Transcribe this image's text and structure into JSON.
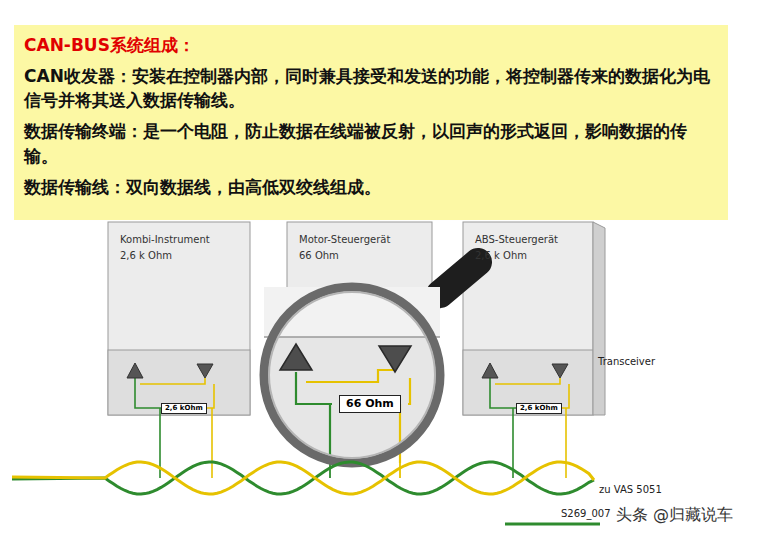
{
  "diagram": {
    "nodes": [
      {
        "text": [
          "CAN-BUS系统组成：",
          "CAN收发器：安装在控制器内部，同时兼具接受和发送的功能，将控制器传来的数据化为电信号并将其送入数据传输线。",
          "数据传输终端：是一个电阻，防止数据在线端被反射，以回声的形式返回，影响数据的传输。",
          "数据传输线：双向数据线，由高低双绞线组成。"
        ]
      },
      {
        "text": [
          "Kombi-Instrument",
          "2,6 k Ohm"
        ]
      },
      {
        "text": [
          "Motor-Steuergerät",
          "66 Ohm"
        ]
      },
      {
        "text": [
          "ABS-Steuergerät",
          "2,6 k Ohm"
        ]
      },
      {
        "text": [
          "2,6 kOhm"
        ],
        "in": 1
      },
      {
        "text": [
          "66 Ohm"
        ],
        "in": 2
      },
      {
        "text": [
          "2,6 kOhm"
        ],
        "in": 3
      }
    ],
    "labels": [
      "Transceiver",
      "zu VAS 5051",
      "S269_007",
      "头条 @归藏说车"
    ]
  }
}
